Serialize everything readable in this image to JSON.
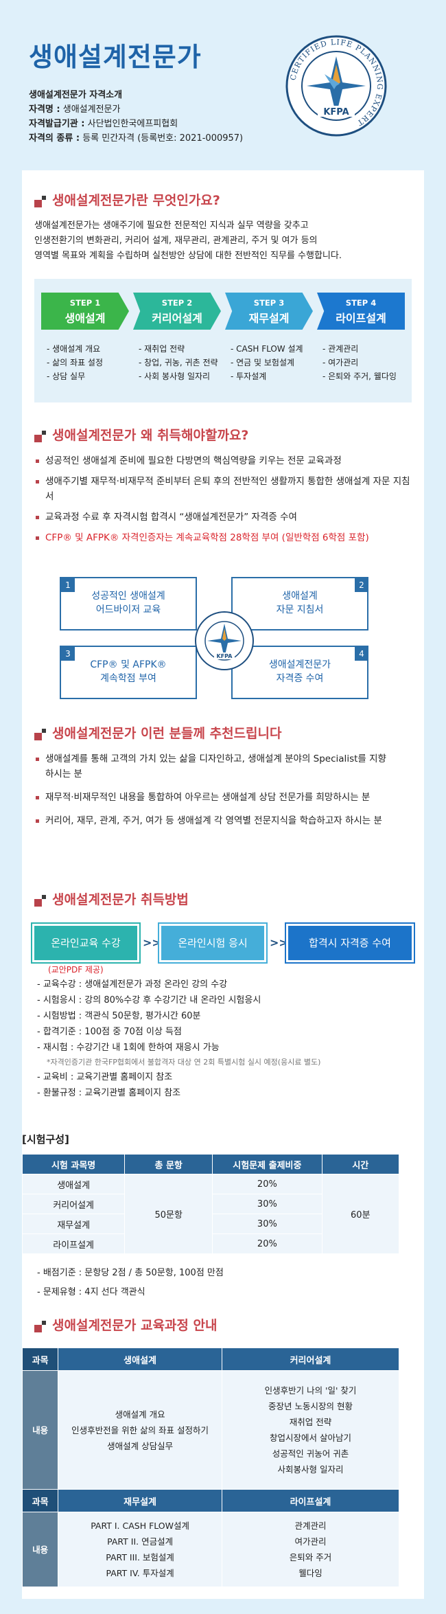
{
  "header": {
    "title": "생애설계전문가",
    "subtitle": "생애설계전문가 자격소개",
    "rows": [
      {
        "k": "자격명 :",
        "v": " 생애설계전문가"
      },
      {
        "k": "자격발급기관 :",
        "v": " 사단법인한국에프피협회"
      },
      {
        "k": "자격의 종류 :",
        "v": " 등록 민간자격 (등록번호: 2021-000957)"
      }
    ],
    "seal": {
      "ring_text": "CERTIFIED LIFE PLANNING EXPERT",
      "bottom": "KFPA"
    }
  },
  "sec1": {
    "title": "생애설계전문가란 무엇인가요?",
    "lines": [
      "생애설계전문가는 생애주기에 필요한 전문적인 지식과 실무 역량을 갖추고",
      "인생전환기의 변화관리, 커리어 설계, 재무관리, 관계관리, 주거 및 여가 등의",
      "영역별 목표와 계획을 수립하며 실천방안 상담에 대한 전반적인 직무를 수행합니다."
    ],
    "steps": [
      {
        "step": "STEP 1",
        "name": "생애설계",
        "color": "#3bb54a",
        "items": [
          "- 생애설계 개요",
          "- 삶의 좌표 설정",
          "- 상담 실무"
        ]
      },
      {
        "step": "STEP 2",
        "name": "커리어설계",
        "color": "#2cb79a",
        "items": [
          "- 재취업 전략",
          "- 창업, 귀농, 귀촌 전략",
          "- 사회 봉사형 일자리"
        ]
      },
      {
        "step": "STEP 3",
        "name": "재무설계",
        "color": "#3aa6d6",
        "items": [
          "- CASH FLOW 설계",
          "- 연금 및 보험설계",
          "- 투자설계"
        ]
      },
      {
        "step": "STEP 4",
        "name": "라이프설계",
        "color": "#1c78cf",
        "items": [
          "- 관계관리",
          "- 여가관리",
          "- 은퇴와 주거, 웰다잉"
        ]
      }
    ]
  },
  "sec2": {
    "title": "생애설계전문가 왜 취득해야할까요?",
    "bullets": [
      {
        "text": "성공적인 생애설계 준비에 필요한 다방면의 핵심역량을 키우는 전문 교육과정",
        "red": false
      },
      {
        "text": "생애주기별 재무적·비재무적 준비부터 은퇴 후의 전반적인 생활까지 통합한 생애설계 자문 지침서",
        "red": false
      },
      {
        "text": "교육과정 수료 후 자격시험 합격시 “생애설계전문가” 자격증 수여",
        "red": false
      },
      {
        "text": "CFP® 및 AFPK® 자격인증자는 계속교육학점 28학점 부여 (일반학점 6학점 포함)",
        "red": true
      }
    ],
    "boxes": [
      {
        "num": "1",
        "l1": "성공적인 생애설계",
        "l2": "어드바이저 교육"
      },
      {
        "num": "2",
        "l1": "생애설계",
        "l2": "자문 지침서"
      },
      {
        "num": "3",
        "l1": "CFP® 및 AFPK®",
        "l2": "계속학점 부여"
      },
      {
        "num": "4",
        "l1": "생애설계전문가",
        "l2": "자격증 수여"
      }
    ]
  },
  "sec3": {
    "title": "생애설계전문가 이런 분들께 추천드립니다",
    "bullets": [
      "생애설계를 통해 고객의 가치 있는 삶을 디자인하고, 생애설계 분야의 Specialist를 지향하시는 분",
      "재무적·비재무적인 내용을 통합하여 아우르는 생애설계 상담 전문가를 희망하시는 분",
      "커리어, 재무, 관계, 주거, 여가 등 생애설계 각 영역별 전문지식을 학습하고자 하시는 분"
    ]
  },
  "sec4": {
    "title": "생애설계전문가 취득방법",
    "flow": [
      {
        "label": "온라인교육 수강",
        "color": "#2cb3ae"
      },
      {
        "label": "온라인시험 응시",
        "color": "#45aed9"
      },
      {
        "label": "합격시 자격증 수여",
        "color": "#1c74c9"
      }
    ],
    "arrow": ">>",
    "flow_note": "(교안PDF 제공)",
    "details": [
      "- 교육수강 : 생애설계전문가 과정 온라인 강의 수강",
      "- 시험응시 : 강의 80%수강 후 수강기간 내 온라인 시험응시",
      "- 시험방법 : 객관식 50문항, 평가시간 60분",
      "- 합격기준 : 100점 중 70점 이상 득점",
      "- 재시험 : 수강기간 내 1회에 한하여 재응시 가능"
    ],
    "small_note": "*자격인증기관 한국FP협회에서 불합격자 대상 연 2회 특별시험 실시 예정(응시료 별도)",
    "details2": [
      "- 교육비 : 교육기관별 홈페이지 참조",
      "- 환불규정 : 교육기관별 홈페이지 참조"
    ],
    "exam_title": "[시험구성]",
    "exam_headers": [
      "시험 과목명",
      "총 문항",
      "시험문제 출제비중",
      "시간"
    ],
    "exam_rows": [
      {
        "subject": "생애설계",
        "weight": "20%"
      },
      {
        "subject": "커리어설계",
        "weight": "30%"
      },
      {
        "subject": "재무설계",
        "weight": "30%"
      },
      {
        "subject": "라이프설계",
        "weight": "20%"
      }
    ],
    "exam_total": "50문항",
    "exam_time": "60분",
    "after": [
      "- 배점기준 : 문항당 2점 / 총 50문항, 100점 만점",
      "- 문제유형 : 4지 선다 객관식"
    ]
  },
  "sec5": {
    "title": "생애설계전문가 교육과정 안내",
    "col_label": "과목",
    "row_label": "내용",
    "block1": {
      "h1": "생애설계",
      "h2": "커리어설계",
      "c1": [
        "생애설계 개요",
        "인생후반전을 위한 삶의 좌표 설정하기",
        "생애설계 상담실무"
      ],
      "c2": [
        "인생후반기 나의 '일' 찾기",
        "중장년 노동시장의 현황",
        "재취업 전략",
        "창업시장에서 살아남기",
        "성공적인 귀농어 귀촌",
        "사회봉사형 일자리"
      ]
    },
    "block2": {
      "h1": "재무설계",
      "h2": "라이프설계",
      "c1": [
        "PART I. CASH FLOW설계",
        "PART II. 연금설계",
        "PART III. 보험설계",
        "PART IV. 투자설계"
      ],
      "c2": [
        "관계관리",
        "여가관리",
        "은퇴와 주거",
        "웰다잉"
      ]
    }
  }
}
